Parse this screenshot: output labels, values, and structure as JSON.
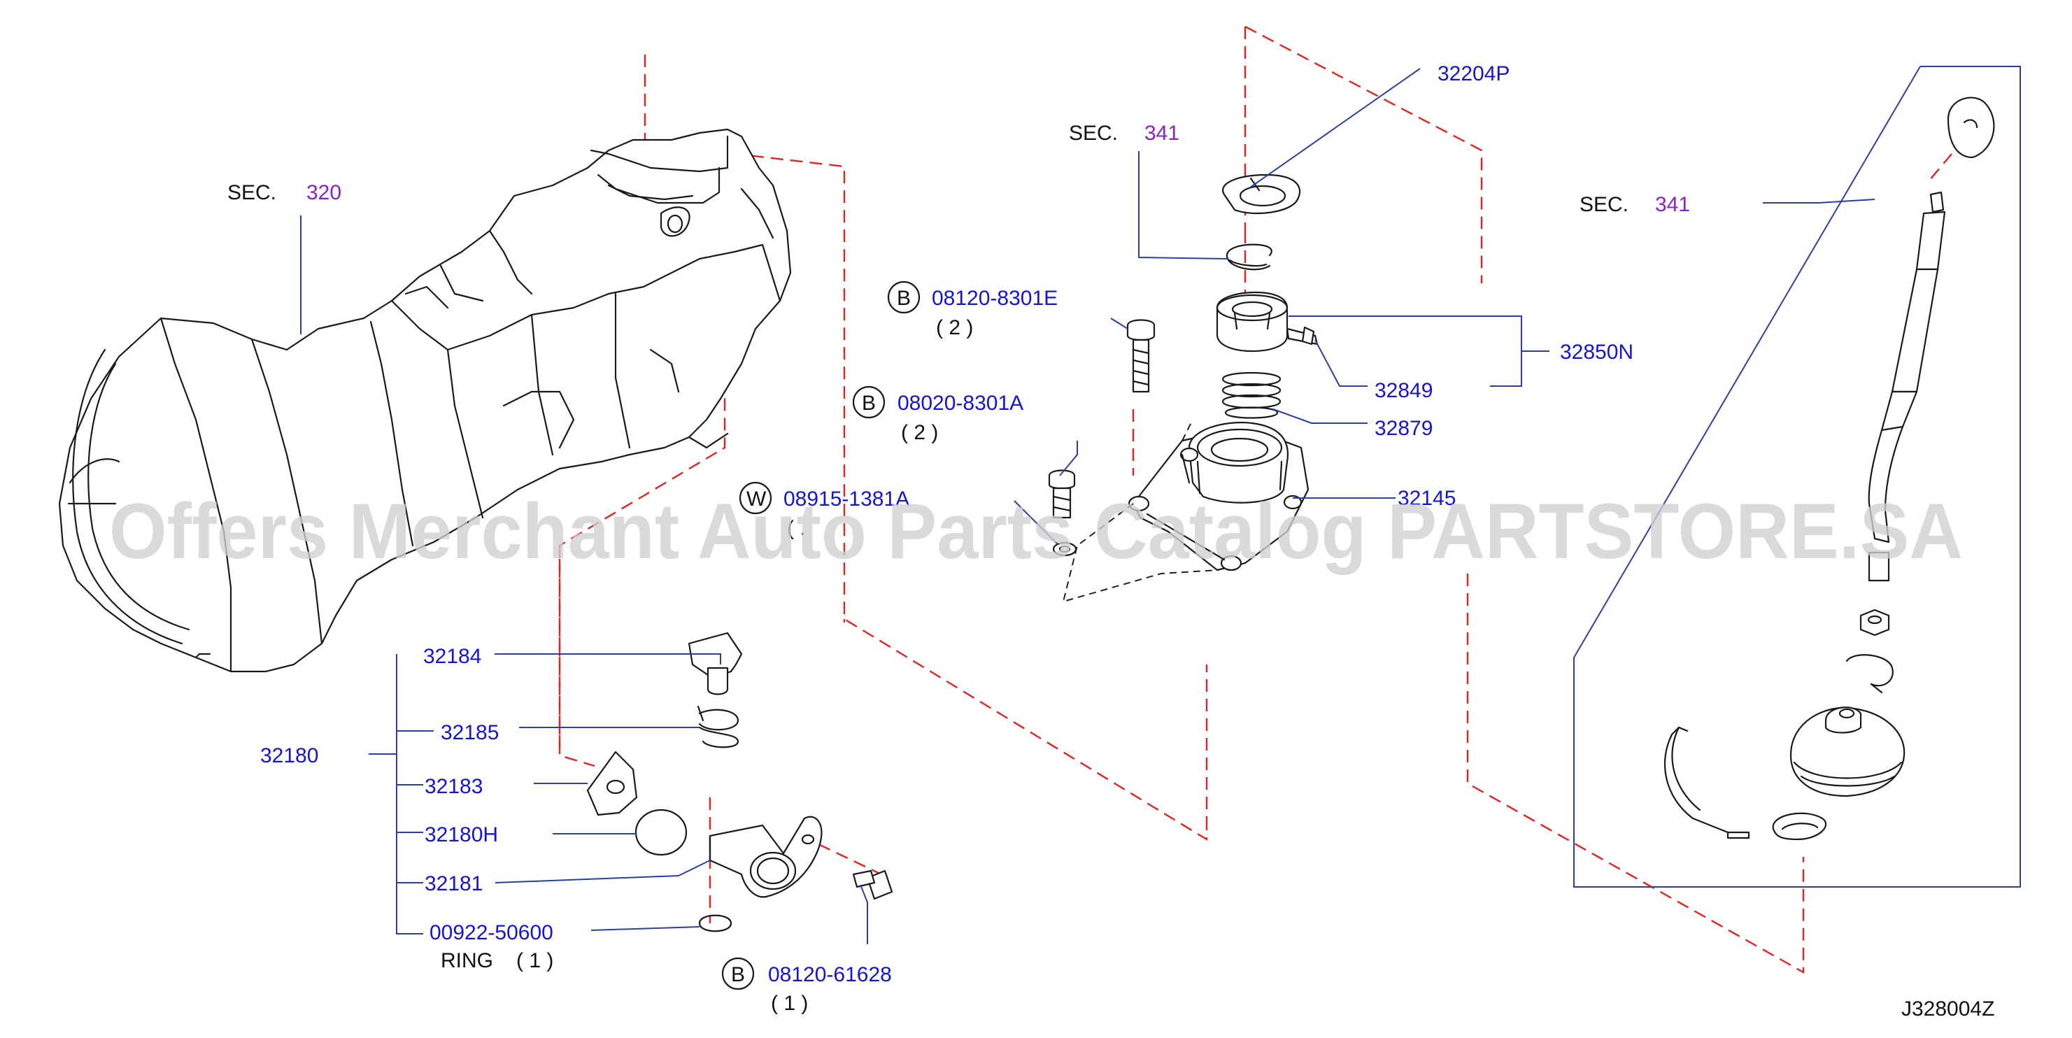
{
  "watermark": "Offers Merchant Auto Parts Catalog PARTSTORE.SA",
  "diagram_code": "J328004Z",
  "section_refs": [
    {
      "prefix": "SEC.",
      "number": "320"
    },
    {
      "prefix": "SEC.",
      "number": "341"
    },
    {
      "prefix": "SEC.",
      "number": "341"
    }
  ],
  "part_numbers": [
    "32204P",
    "32850N",
    "32849",
    "32879",
    "32145",
    "32184",
    "32185",
    "32180",
    "32183",
    "32180H",
    "32181",
    "00922-50600"
  ],
  "sub_labels": {
    "ring": "RING",
    "ring_qty": "( 1 )"
  },
  "fasteners": [
    {
      "type": "B",
      "number": "08120-8301E",
      "qty": "( 2 )"
    },
    {
      "type": "B",
      "number": "08020-8301A",
      "qty": "( 2 )"
    },
    {
      "type": "W",
      "number": "08915-1381A",
      "qty": "( ."
    },
    {
      "type": "B",
      "number": "08120-61628",
      "qty": "( 1 )"
    }
  ],
  "colors": {
    "part_number": "#1414d2",
    "section_number": "#8a22c8",
    "leader": "#2a3fa8",
    "phantom_line": "#e02424",
    "outline": "#1a1a1a"
  }
}
